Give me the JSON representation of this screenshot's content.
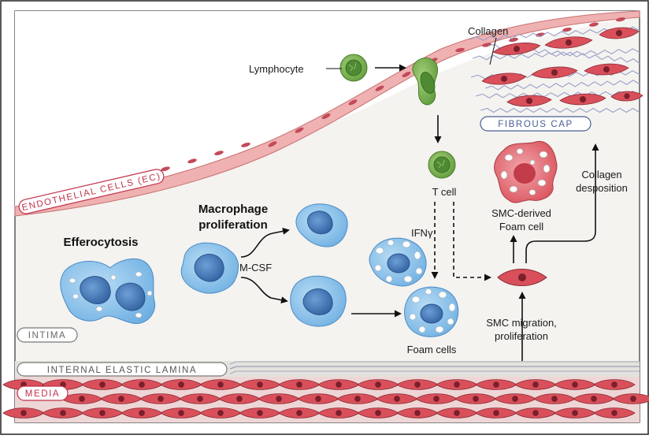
{
  "labels": {
    "collagen": "Collagen",
    "lymphocyte": "Lymphocyte",
    "fibrous_cap": "FIBROUS CAP",
    "endothelial": "ENDOTHELIAL CELLS (EC)",
    "t_cell": "T cell",
    "ifn": "IFNγ",
    "smc_foam_1": "SMC-derived",
    "smc_foam_2": "Foam cell",
    "collagen_dep_1": "Collagen",
    "collagen_dep_2": "desposition",
    "macrophage_1": "Macrophage",
    "macrophage_2": "proliferation",
    "efferocytosis": "Efferocytosis",
    "mcsf": "M-CSF",
    "foam_cells": "Foam cells",
    "smc_migration_1": "SMC migration,",
    "smc_migration_2": "proliferation",
    "intima": "INTIMA",
    "iel": "INTERNAL ELASTIC LAMINA",
    "media": "MEDIA"
  },
  "colors": {
    "smc_fill": "#d9505a",
    "smc_nucleus": "#7a1f2c",
    "macrophage": "#8ec3ea",
    "macrophage_nucleus": "#3f74b5",
    "lymphocyte": "#7bb552",
    "lymphocyte_nucleus": "#3f7a2a",
    "endothelium": "#e89494",
    "intima_bg": "#f4f3f0",
    "pill_red": "#c2314a",
    "pill_blue": "#4a5d93",
    "pill_gray": "#777777"
  }
}
